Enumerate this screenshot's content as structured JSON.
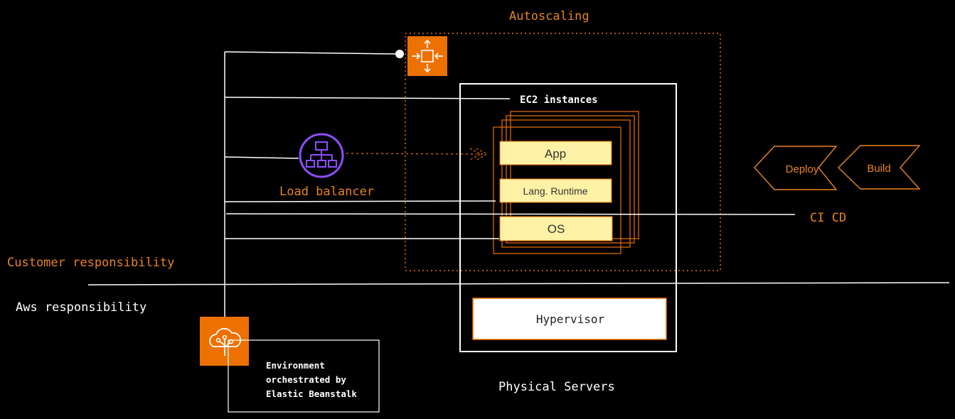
{
  "labels": {
    "autoscaling": "Autoscaling",
    "ec2_instances": "EC2 instances",
    "load_balancer": "Load balancer",
    "customer_responsibility": "Customer responsibility",
    "aws_responsibility": "Aws responsibility",
    "physical_servers": "Physical Servers",
    "ci_cd": "CI CD",
    "environment_line1": "Environment",
    "environment_line2": "orchestrated by",
    "environment_line3": "Elastic Beanstalk"
  },
  "stack": {
    "app": "App",
    "runtime": "Lang. Runtime",
    "os": "OS",
    "hypervisor": "Hypervisor"
  },
  "pipeline": {
    "deploy": "Deploy",
    "build": "Build"
  },
  "icons": {
    "autoscaling": "autoscaling-icon",
    "load_balancer": "load-balancer-icon",
    "elastic_beanstalk": "elastic-beanstalk-icon"
  },
  "colors": {
    "background": "#000000",
    "aws_orange": "#ed7100",
    "label_orange": "#e8841f",
    "load_balancer_purple": "#8c4fff",
    "layer_yellow": "#fff2a6",
    "line_white": "#ffffff"
  }
}
